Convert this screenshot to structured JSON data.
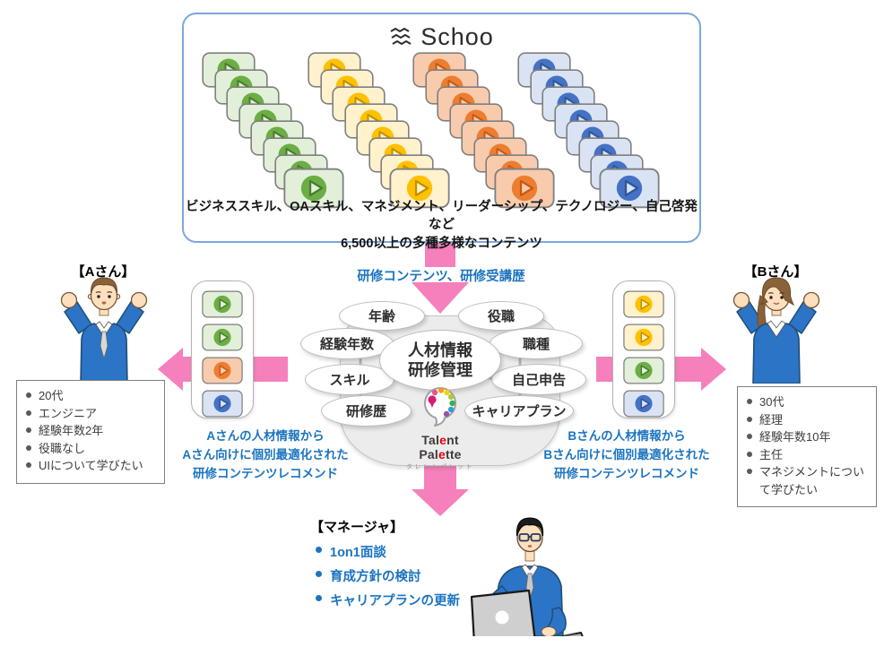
{
  "colors": {
    "pink_arrow": "#F580BC",
    "blue_text": "#1B74C0",
    "schoo_border": "#7EA6D9",
    "video_green": {
      "bg": "#E2EFD9",
      "main": "#6AAE44",
      "dark": "#4C7A2E"
    },
    "video_yellow": {
      "bg": "#FFF2CC",
      "main": "#FFC000",
      "dark": "#BF9000"
    },
    "video_orange": {
      "bg": "#F8CBAD",
      "main": "#ED7D31",
      "dark": "#C55A11"
    },
    "video_blue": {
      "bg": "#DAE3F3",
      "main": "#4472C4",
      "dark": "#2F5597"
    }
  },
  "schoo": {
    "logo_text": "Schoo",
    "description_lines": [
      "ビジネススキル、OAスキル、マネジメント、リーダーシップ、テクノロジー、自己啓発など",
      "6,500以上の多種多様なコンテンツ"
    ],
    "cascade_colors": [
      "green",
      "yellow",
      "orange",
      "blue"
    ],
    "cards_per_cascade": 8
  },
  "flow": {
    "to_center_label": "研修コンテンツ、研修受講歴"
  },
  "platform": {
    "core_lines": [
      "人材情報",
      "研修管理"
    ],
    "ovals_left": [
      "年齢",
      "経験年数",
      "スキル",
      "研修歴"
    ],
    "ovals_right": [
      "役職",
      "職種",
      "自己申告",
      "キャリアプラン"
    ],
    "logo": {
      "name_parts": [
        "Tal",
        "e",
        "nt Pal",
        "e",
        "tte"
      ],
      "kana": "タレントパレット"
    }
  },
  "person_a": {
    "title": "【Aさん】",
    "attributes": [
      "20代",
      "エンジニア",
      "経験年数2年",
      "役職なし",
      "UIについて学びたい"
    ],
    "recommend_lines": [
      "Aさんの人材情報から",
      "Aさん向けに個別最適化された",
      "研修コンテンツレコメンド"
    ],
    "videos": [
      "green",
      "green",
      "orange",
      "blue"
    ]
  },
  "person_b": {
    "title": "【Bさん】",
    "attributes": [
      "30代",
      "経理",
      "経験年数10年",
      "主任",
      "マネジメントについて学びたい"
    ],
    "recommend_lines": [
      "Bさんの人材情報から",
      "Bさん向けに個別最適化された",
      "研修コンテンツレコメンド"
    ],
    "videos": [
      "yellow",
      "yellow",
      "green",
      "blue"
    ]
  },
  "manager": {
    "title": "【マネージャ】",
    "tasks": [
      "1on1面談",
      "育成方針の検討",
      "キャリアプランの更新"
    ]
  }
}
